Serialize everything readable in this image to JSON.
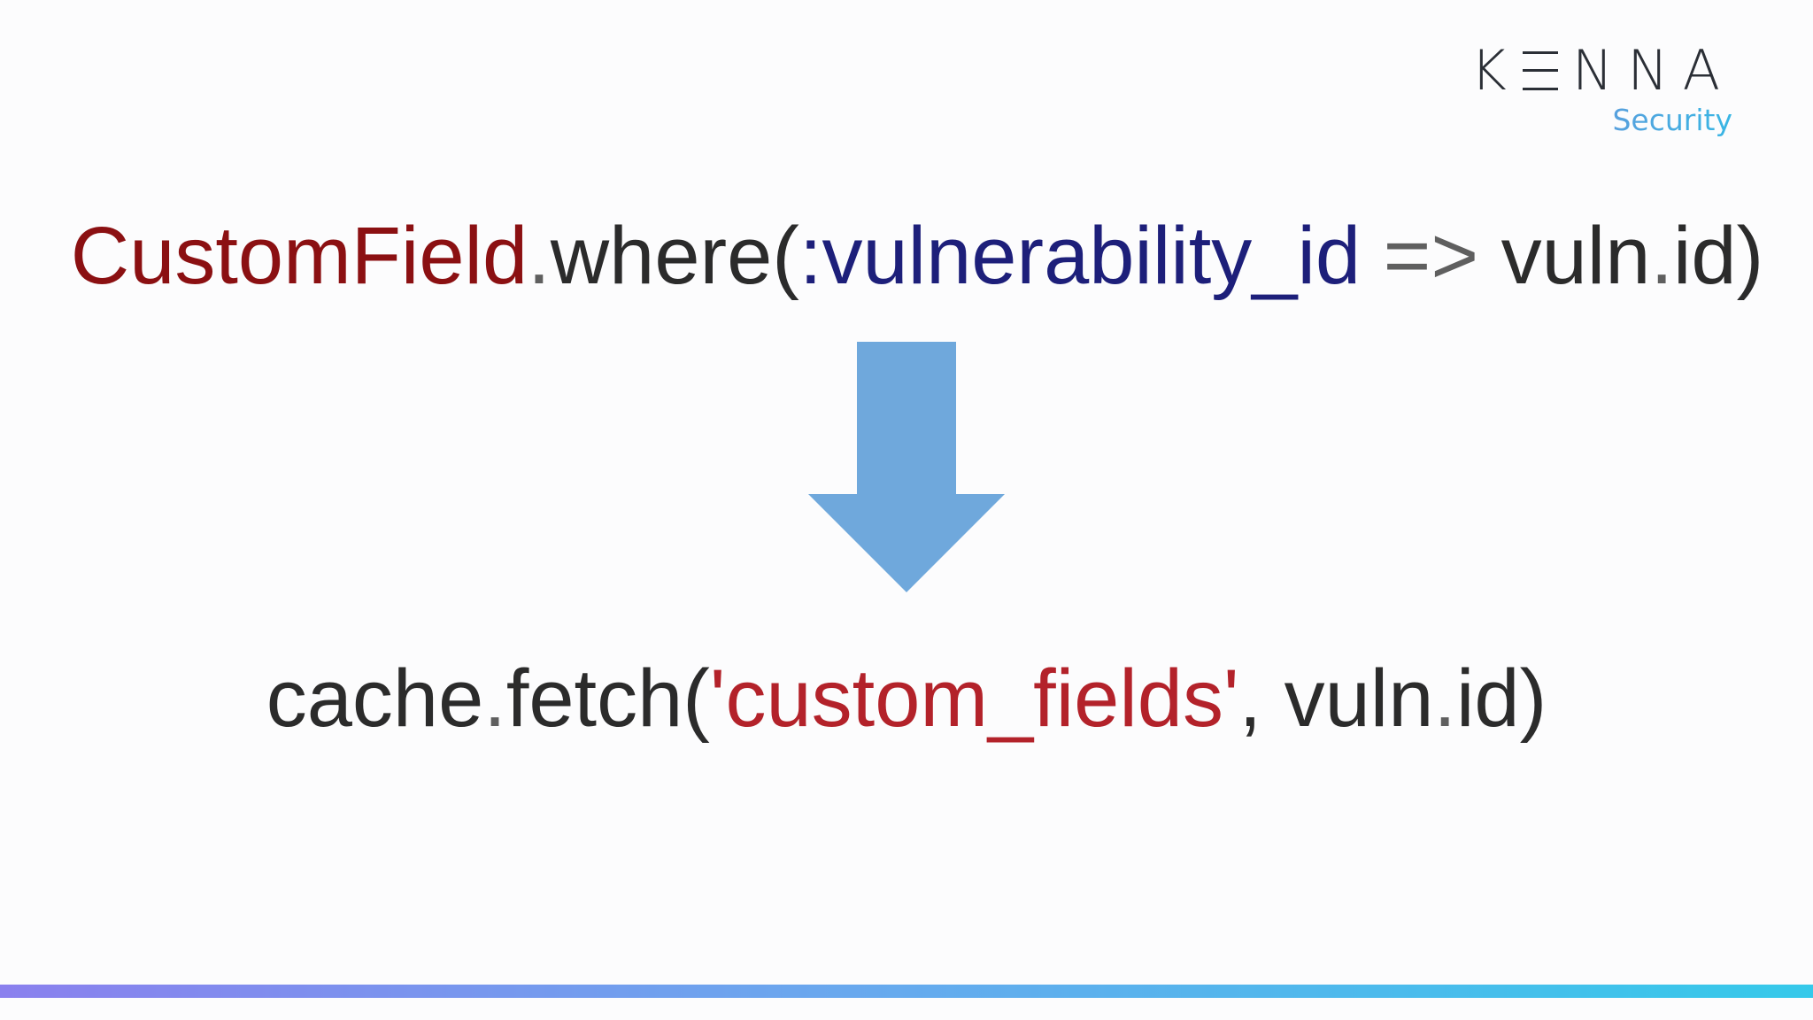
{
  "logo": {
    "brand_k": "K",
    "brand_rest": "NNA",
    "tagline": "Security"
  },
  "code": {
    "before": {
      "class_name": "CustomField",
      "dot": ".",
      "method": "where(",
      "symbol": ":vulnerability_id",
      "operator": " => ",
      "arg_obj": "vuln",
      "arg_dot": ".",
      "arg_attr": "id)"
    },
    "after": {
      "receiver": "cache",
      "dot": ".",
      "method": "fetch(",
      "string": "'custom_fields'",
      "comma": ", ",
      "arg_obj": "vuln",
      "arg_dot": ".",
      "arg_attr": "id)"
    }
  },
  "colors": {
    "arrow": "#6fa8dc",
    "class_name": "#8b1012",
    "symbol": "#1d1f7a",
    "string": "#b3222a",
    "bar_start": "#8a80ee",
    "bar_end": "#35c9ea"
  },
  "icons": {
    "arrow": "down-arrow-icon",
    "logo": "kenna-security-logo"
  }
}
